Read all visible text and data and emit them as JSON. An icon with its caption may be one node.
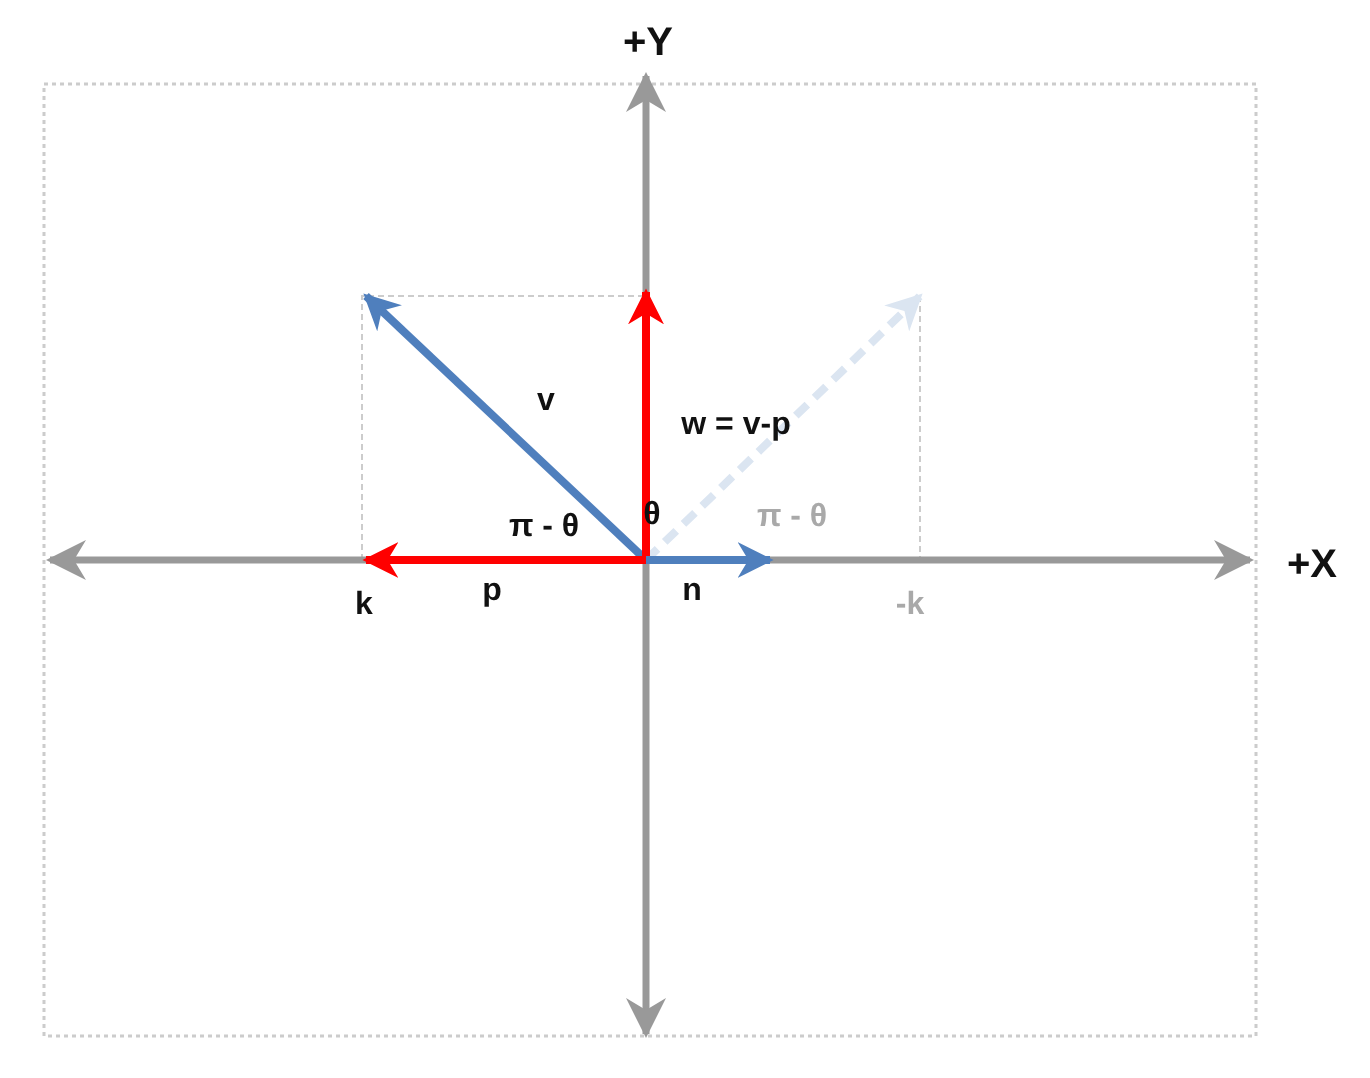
{
  "diagram": {
    "labels": [
      "+Y",
      "+X",
      "v",
      "w = v-p",
      "θ",
      "π - θ",
      "π - θ",
      "k",
      "p",
      "n",
      "-k"
    ]
  }
}
